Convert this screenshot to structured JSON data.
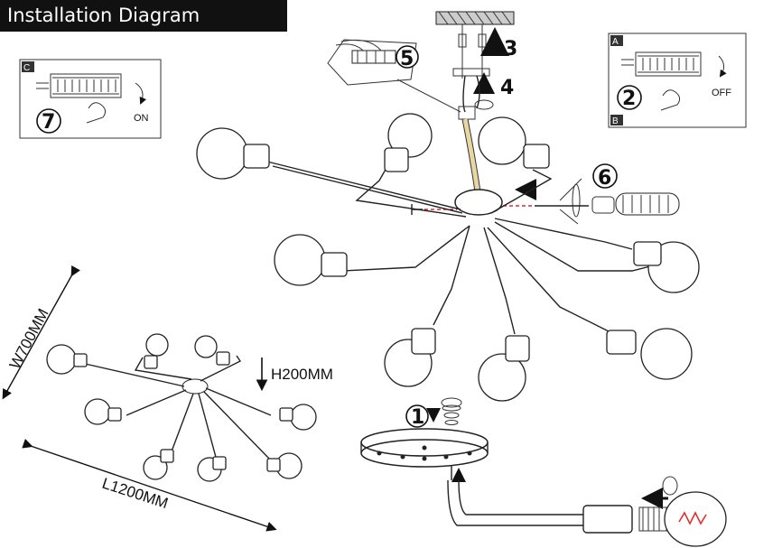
{
  "title": "Installation Diagram",
  "panels": {
    "left_letter": "C",
    "left_step": "7",
    "left_label": "ON",
    "right_top_letter": "A",
    "right_bottom_letter": "B",
    "right_step": "2",
    "right_label": "OFF"
  },
  "steps": [
    "1",
    "3",
    "4",
    "5",
    "6"
  ],
  "dimensions": {
    "width": "W700MM",
    "length": "L1200MM",
    "height": "H200MM"
  },
  "colors": {
    "ink": "#222222",
    "header_bg": "#111111",
    "dashed_line": "#d00000",
    "bulb_filament": "#e03030"
  },
  "icons": [
    "switch-breaker-icon",
    "screwdriver-icon",
    "rotate-arrow-icon",
    "up-arrow-icon",
    "left-arrow-icon",
    "down-arrow-icon"
  ]
}
